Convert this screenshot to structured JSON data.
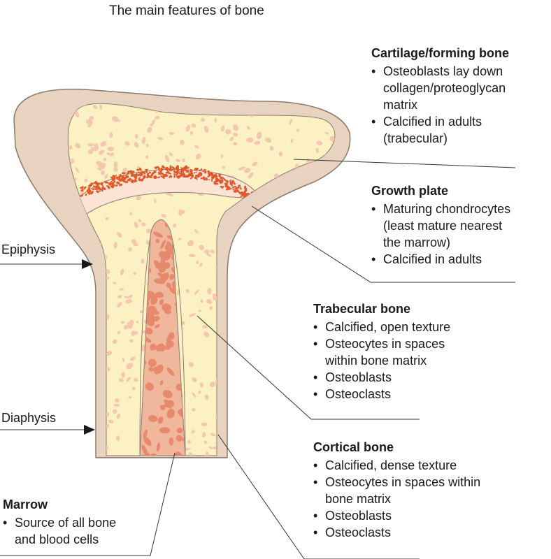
{
  "title": "The main features of bone",
  "labels": {
    "epiphysis": "Epiphysis",
    "diaphysis": "Diaphysis"
  },
  "blocks": [
    {
      "id": "cartilage",
      "heading": "Cartilage/forming bone",
      "bullets": [
        "Osteoblasts lay down\ncollagen/proteoglycan\nmatrix",
        "Calcified in adults\n(trabecular)"
      ]
    },
    {
      "id": "growth-plate",
      "heading": "Growth plate",
      "bullets": [
        "Maturing chondrocytes\n(least mature nearest\nthe marrow)",
        "Calcified in adults"
      ]
    },
    {
      "id": "trabecular",
      "heading": "Trabecular bone",
      "bullets": [
        "Calcified, open texture",
        "Osteocytes in spaces\nwithin bone matrix",
        "Osteoblasts",
        "Osteoclasts"
      ]
    },
    {
      "id": "cortical",
      "heading": "Cortical bone",
      "bullets": [
        "Calcified, dense texture",
        "Osteocytes in spaces within\nbone matrix",
        "Osteoblasts",
        "Osteoclasts"
      ]
    },
    {
      "id": "marrow",
      "heading": "Marrow",
      "bullets": [
        "Source of all bone\nand blood cells"
      ]
    }
  ],
  "bullet_char": "•",
  "colors": {
    "cortical": "#e8d3c0",
    "cortical_edge": "#8a7a6c",
    "cancellous": "#fbf1c2",
    "pores": "#f3c7b0",
    "growth_plate": "#e0592c",
    "marrow": "#f0b79c",
    "marrow_cells": "#e7896c"
  }
}
